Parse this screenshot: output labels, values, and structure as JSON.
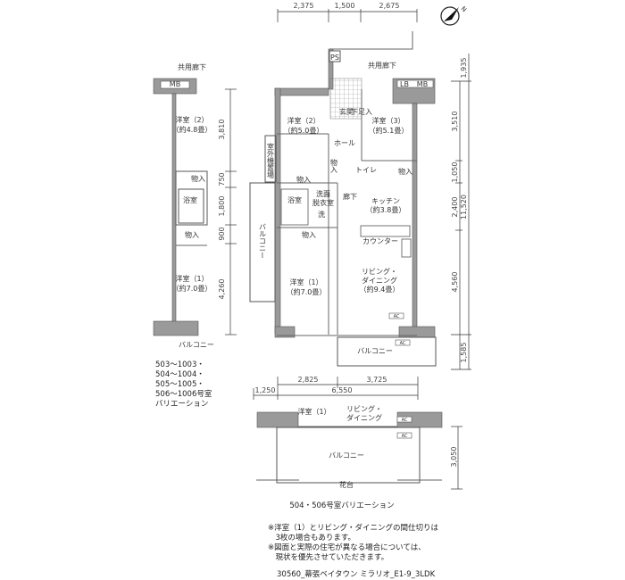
{
  "top_dims": [
    "2,375",
    "1,500",
    "2,675"
  ],
  "right_dims": {
    "d1": "1,935",
    "d2": "3,510",
    "d3": "1,050",
    "d4": "2,400",
    "d5": "4,560",
    "d6": "1,585",
    "total": "11,520"
  },
  "left_dims": [
    "3,810",
    "750",
    "1,800",
    "900",
    "4,260"
  ],
  "bottom_dims": {
    "a": "2,825",
    "b": "3,725",
    "c": "1,250",
    "d": "6,550"
  },
  "main_plan": {
    "ps": "PS",
    "corridor": "共用廊下",
    "lb": "LB",
    "mb": "MB",
    "room2": "洋室（2）",
    "room2_size": "（約5.0畳）",
    "room3": "洋室（3）",
    "room3_size": "（約5.1畳）",
    "entrance": "玄関",
    "shoebox": "下足入",
    "hall": "ホール",
    "outdoor_unit": "室外機置場",
    "storage": "物入",
    "toilet": "トイレ",
    "bath": "浴室",
    "washroom_1": "洗面",
    "washroom_2": "脱衣室",
    "corridor2": "廊下",
    "washer": "洗",
    "kitchen": "キッチン",
    "kitchen_size": "（約3.8畳）",
    "counter": "カウンター",
    "room1": "洋室（1）",
    "room1_size": "（約7.0畳）",
    "living_1": "リビング・",
    "living_2": "ダイニング",
    "living_size": "（約9.4畳）",
    "ac": "AC",
    "balcony": "バルコニー",
    "side_balcony": "バルコニー"
  },
  "left_plan": {
    "corridor": "共用廊下",
    "mb": "MB",
    "room2": "洋室（2）",
    "room2_size": "（約4.8畳）",
    "storage": "物入",
    "bath": "浴室",
    "room1": "洋室（1）",
    "room1_size": "（約7.0畳）",
    "balcony": "バルコニー",
    "caption": [
      "503〜1003・",
      "504〜1004・",
      "505〜1005・",
      "506〜1006号室",
      "バリエーション"
    ]
  },
  "bottom_plan": {
    "room1": "洋室（1）",
    "living_1": "リビング・",
    "living_2": "ダイニング",
    "ac": "AC",
    "balcony": "バルコニー",
    "planter": "花台",
    "dim": "3,050",
    "caption": "504・506号室バリエーション"
  },
  "notes": [
    "※洋室（1）とリビング・ダイニングの間仕切りは",
    "　3枚の場合もあります。",
    "※図面と実際の住宅が異なる場合については、",
    "　現状を優先させていただきます。"
  ],
  "footer": "30560_幕張ベイタウン ミラリオ_E1-9_3LDK"
}
